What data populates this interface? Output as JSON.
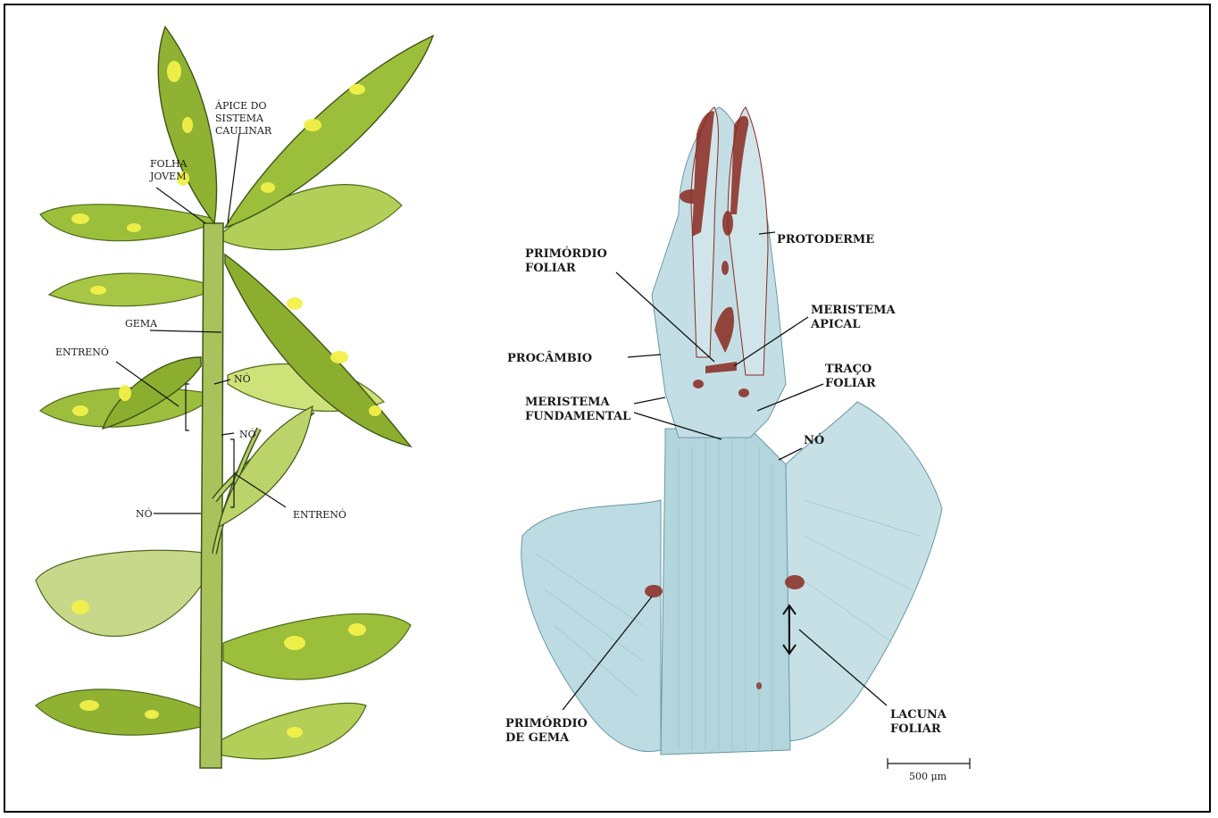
{
  "colors": {
    "leaf_green": "#9bbf3a",
    "leaf_dark": "#5f7f24",
    "leaf_spot": "#f2f04a",
    "stem": "#a9c25c",
    "tissue_blue": "#b9d8df",
    "tissue_red": "#8a2a1f"
  },
  "left_labels": {
    "apex": [
      "ÁPICE DO",
      "SISTEMA",
      "CAULINAR"
    ],
    "young_leaf": [
      "FOLHA",
      "JOVEM"
    ],
    "bud": "GEMA",
    "internode_top": "ENTRENÓ",
    "node_1": "NÓ",
    "node_2": "NÓ",
    "node_3": "NÓ",
    "internode_bottom": "ENTRENÓ"
  },
  "right_labels": {
    "protoderm": "PROTODERME",
    "leaf_primordium": [
      "PRIMÓRDIO",
      "FOLIAR"
    ],
    "apical_meristem": [
      "MERISTEMA",
      "APICAL"
    ],
    "procambium": "PROCÂMBIO",
    "leaf_trace": [
      "TRAÇO",
      "FOLIAR"
    ],
    "ground_meristem": [
      "MERISTEMA",
      "FUNDAMENTAL"
    ],
    "node": "NÓ",
    "bud_primordium": [
      "PRIMÓRDIO",
      "DE GEMA"
    ],
    "leaf_gap": [
      "LACUNA",
      "FOLIAR"
    ]
  },
  "scale_bar": "500 μm"
}
